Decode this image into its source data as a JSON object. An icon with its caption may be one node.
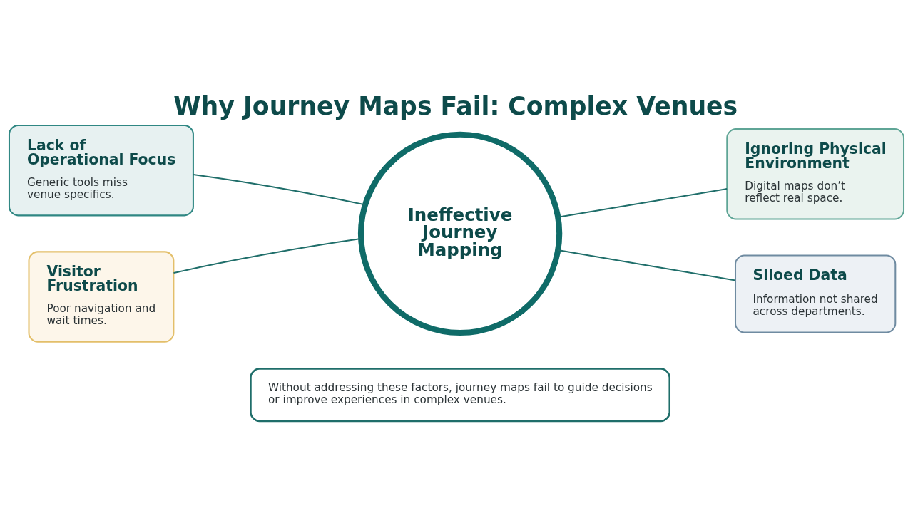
{
  "diagram": {
    "title": "Why Journey Maps Fail: Complex Venues",
    "nodes": [
      {
        "text": [
          "Lack of Operational Focus",
          "Generic tools miss venue specifics."
        ]
      },
      {
        "text": [
          "Ignoring Physical Environment",
          "Digital maps don’t reflect real space."
        ]
      },
      {
        "text": [
          "Ineffective Journey Mapping"
        ]
      },
      {
        "text": [
          "Visitor Frustration",
          "Poor navigation and wait times."
        ]
      },
      {
        "text": [
          "Siloed Data",
          "Information not shared across departments."
        ]
      },
      {
        "text": [
          "Without addressing these factors, journey maps fail to guide decisions or improve experiences in complex venues."
        ]
      }
    ],
    "edges": [
      {
        "from": 2,
        "to": 0,
        "arrow": "none"
      },
      {
        "from": 2,
        "to": 1,
        "arrow": "none"
      },
      {
        "from": 2,
        "to": 3,
        "arrow": "none"
      },
      {
        "from": 2,
        "to": 4,
        "arrow": "none"
      }
    ]
  }
}
